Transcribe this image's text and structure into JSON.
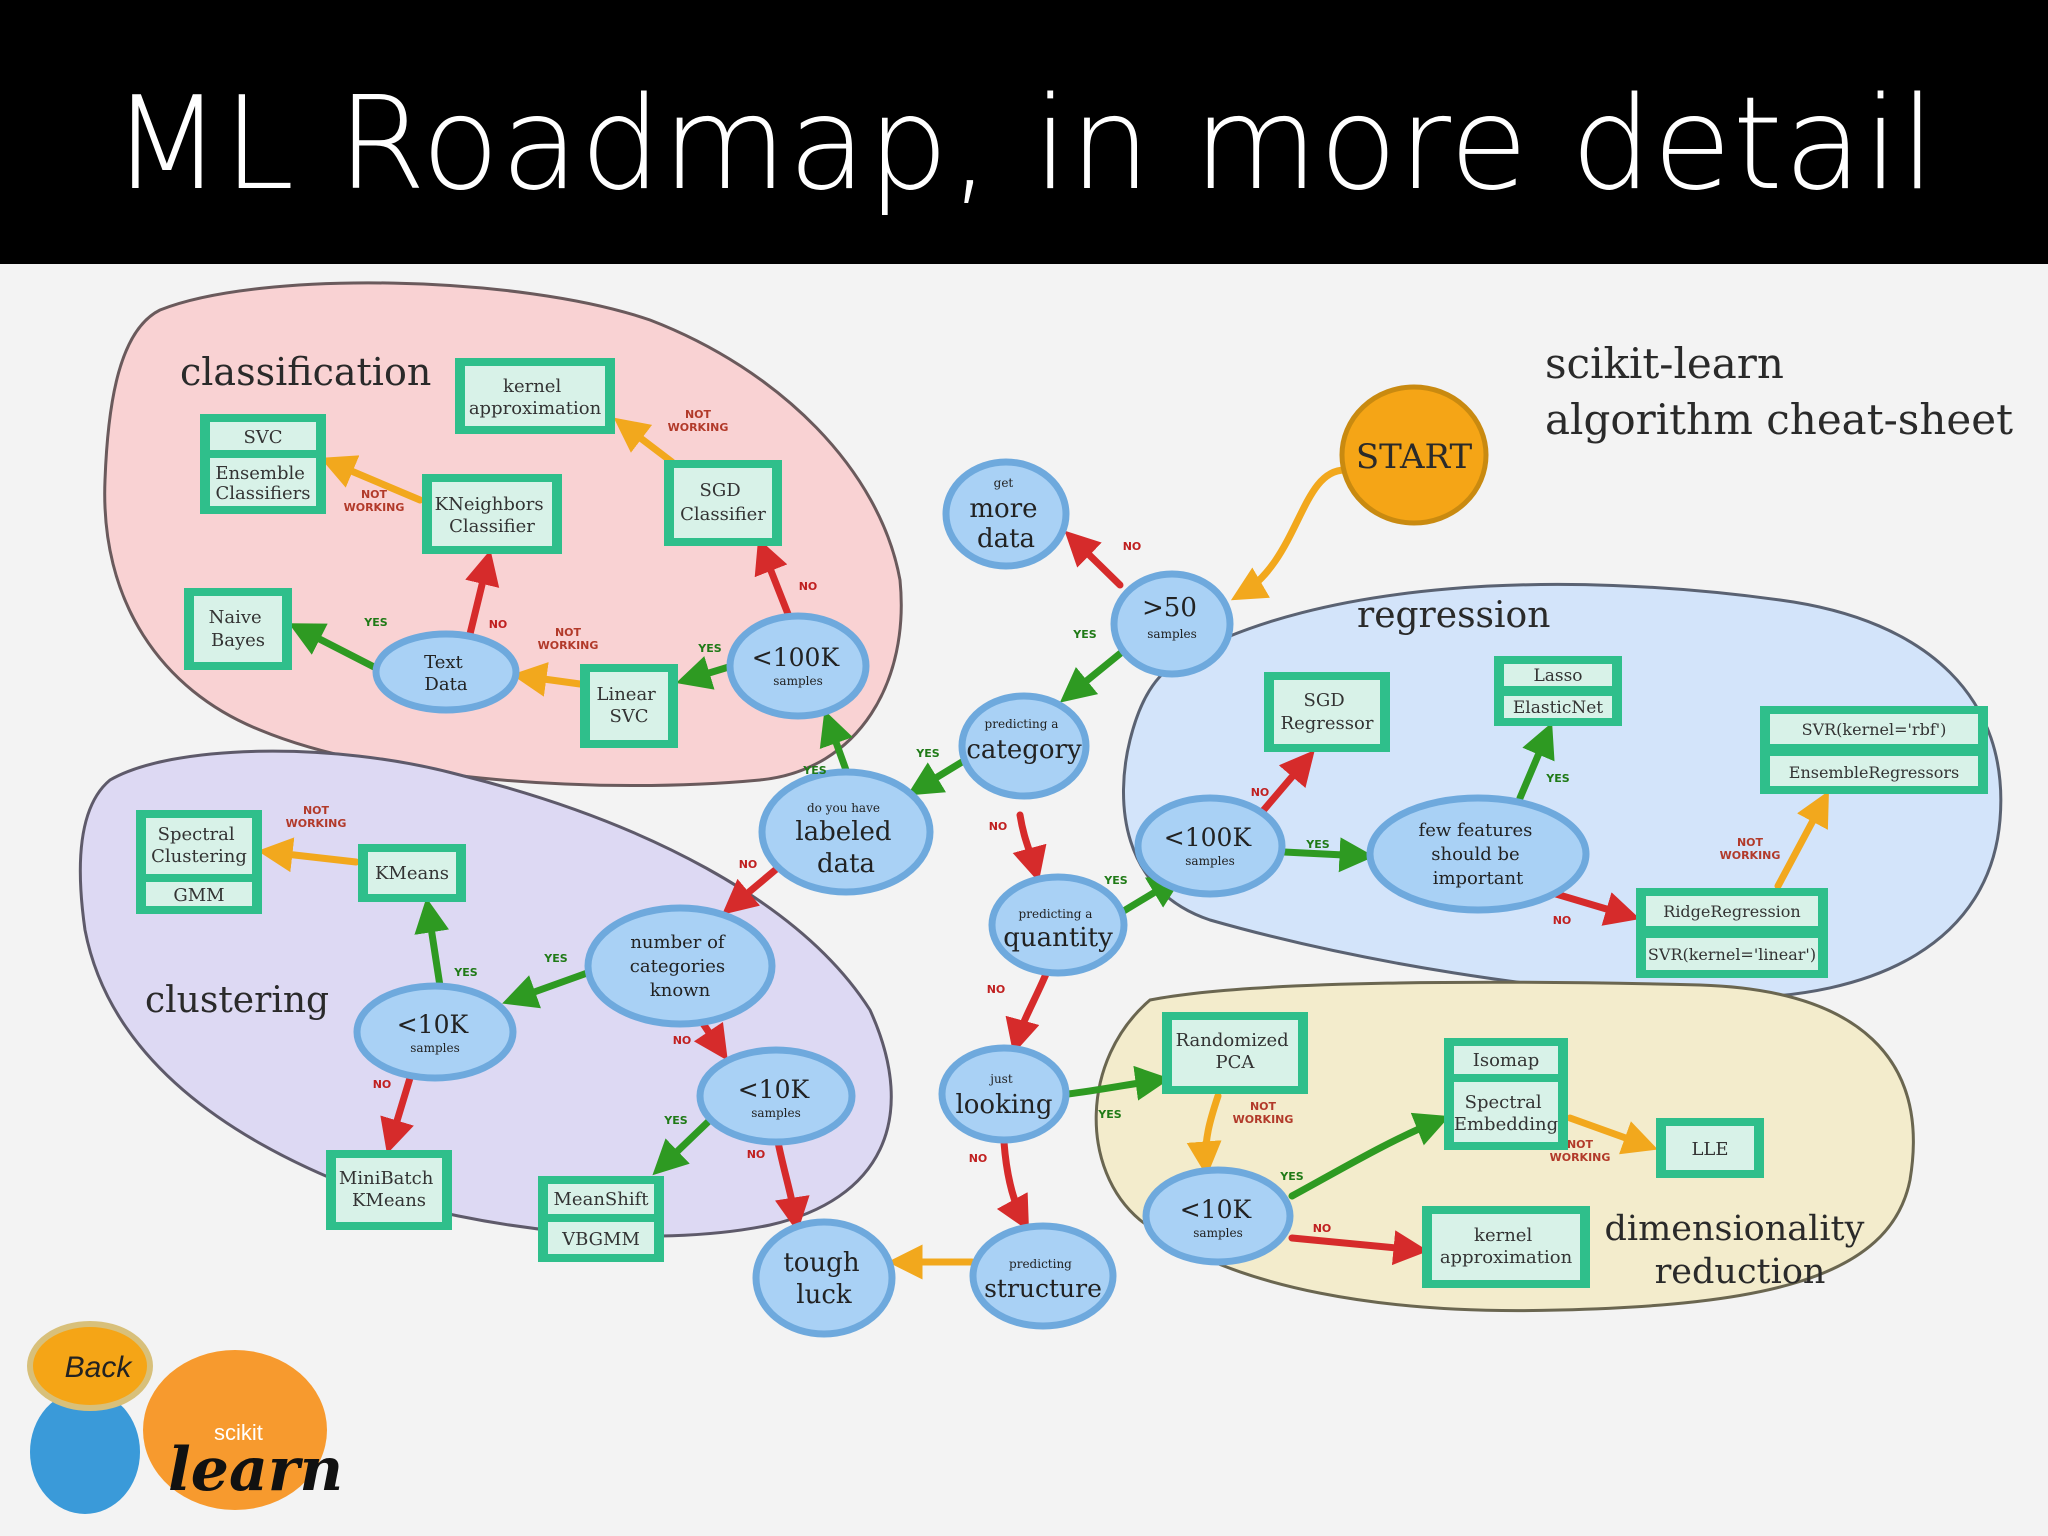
{
  "slide": {
    "title": "ML Roadmap, in more detail"
  },
  "diagram": {
    "heading": [
      "scikit-learn",
      "algorithm cheat-sheet"
    ],
    "regions": {
      "classification": "classification",
      "clustering": "clustering",
      "regression": "regression",
      "dimensionality": [
        "dimensionality",
        "reduction"
      ]
    },
    "start": "START",
    "decisions": {
      "get_more_data": [
        "get",
        "more",
        "data"
      ],
      "over50": [
        ">50",
        "samples"
      ],
      "category": [
        "predicting a",
        "category"
      ],
      "labeled": [
        "do you have",
        "labeled",
        "data"
      ],
      "quantity": [
        "predicting a",
        "quantity"
      ],
      "looking": [
        "just",
        "looking"
      ],
      "structure": [
        "predicting",
        "structure"
      ],
      "tough_luck": [
        "tough",
        "luck"
      ],
      "c100k": [
        "<100K",
        "samples"
      ],
      "text_data": [
        "Text",
        "Data"
      ],
      "num_categories": [
        "number of",
        "categories",
        "known"
      ],
      "cl10k_a": [
        "<10K",
        "samples"
      ],
      "cl10k_b": [
        "<10K",
        "samples"
      ],
      "r100k": [
        "<100K",
        "samples"
      ],
      "few_features": [
        "few features",
        "should be",
        "important"
      ],
      "d10k": [
        "<10K",
        "samples"
      ]
    },
    "estimators": {
      "kernel_approx_c": [
        "kernel",
        "approximation"
      ],
      "svc": "SVC",
      "ensemble_classifiers": [
        "Ensemble",
        "Classifiers"
      ],
      "kneighbors": [
        "KNeighbors",
        "Classifier"
      ],
      "sgd_classifier": [
        "SGD",
        "Classifier"
      ],
      "naive_bayes": [
        "Naive",
        "Bayes"
      ],
      "linear_svc": [
        "Linear",
        "SVC"
      ],
      "spectral_clustering": [
        "Spectral",
        "Clustering"
      ],
      "gmm": "GMM",
      "kmeans": "KMeans",
      "minibatch_kmeans": [
        "MiniBatch",
        "KMeans"
      ],
      "meanshift": "MeanShift",
      "vbgmm": "VBGMM",
      "sgd_regressor": [
        "SGD",
        "Regressor"
      ],
      "lasso": "Lasso",
      "elasticnet": "ElasticNet",
      "svr_rbf": "SVR(kernel='rbf')",
      "ensemble_regressors": "EnsembleRegressors",
      "ridge": "RidgeRegression",
      "svr_linear": "SVR(kernel='linear')",
      "randomized_pca": [
        "Randomized",
        "PCA"
      ],
      "isomap": "Isomap",
      "spectral_embedding": [
        "Spectral",
        "Embedding"
      ],
      "lle": "LLE",
      "kernel_approx_d": [
        "kernel",
        "approximation"
      ]
    },
    "edge_labels": {
      "yes": "YES",
      "no": "NO",
      "not_working": [
        "NOT",
        "WORKING"
      ]
    },
    "logo": {
      "back": "Back",
      "scikit": "scikit",
      "learn": "learn"
    },
    "colors": {
      "yes": "#2e9a22",
      "no": "#d62b2b",
      "not_working": "#f2a81d",
      "decision_fill": "#a9d1f5",
      "decision_stroke": "#6ea9dd",
      "estimator_fill": "#2fbf8b",
      "estimator_face": "#d8f2e8",
      "classification_bg": "#f9d2d3",
      "clustering_bg": "#ddd9f3",
      "regression_bg": "#d3e4fa",
      "dimensionality_bg": "#f3eccc",
      "start_fill": "#f5a516"
    }
  }
}
